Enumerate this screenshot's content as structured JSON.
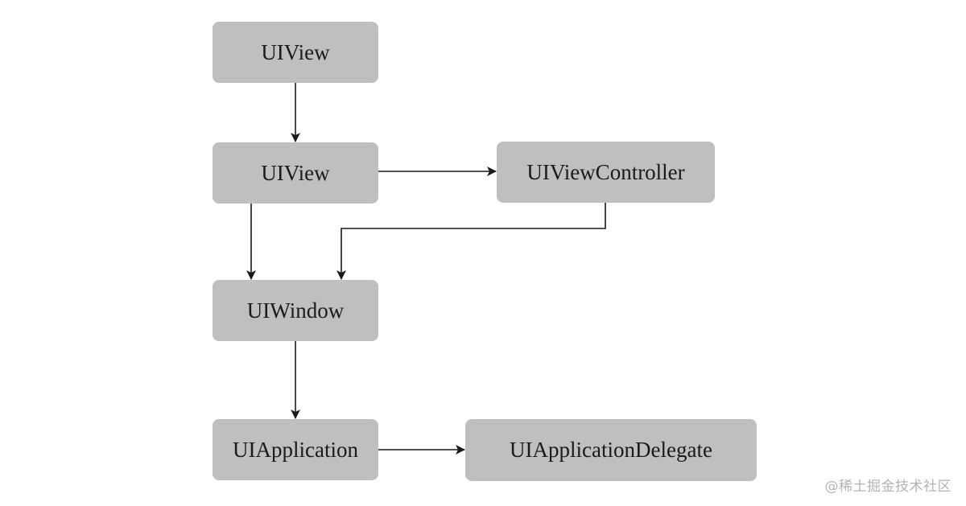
{
  "diagram": {
    "nodes": {
      "uiview_top": "UIView",
      "uiview_mid": "UIView",
      "view_controller": "UIViewController",
      "window": "UIWindow",
      "application": "UIApplication",
      "application_delegate": "UIApplicationDelegate"
    },
    "edges": [
      {
        "from": "uiview_top",
        "to": "uiview_mid"
      },
      {
        "from": "uiview_mid",
        "to": "view_controller"
      },
      {
        "from": "uiview_mid",
        "to": "window"
      },
      {
        "from": "view_controller",
        "to": "window"
      },
      {
        "from": "window",
        "to": "application"
      },
      {
        "from": "application",
        "to": "application_delegate"
      }
    ],
    "colors": {
      "node_fill": "#bfbfbf",
      "edge": "#1a1a1a",
      "text": "#1a1a1a"
    }
  },
  "watermark": "@稀土掘金技术社区"
}
